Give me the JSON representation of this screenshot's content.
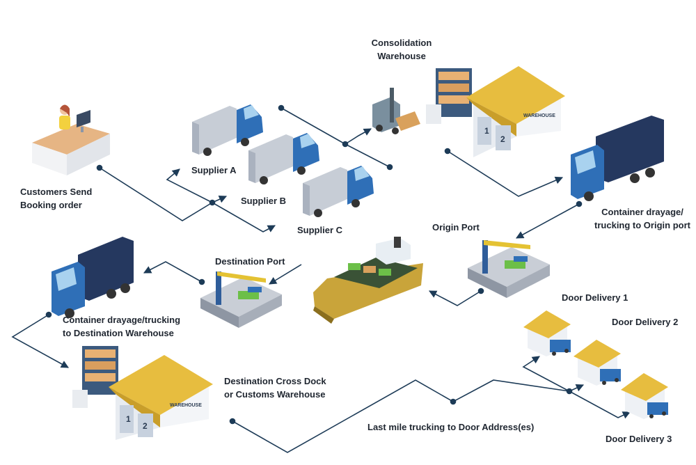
{
  "labels": {
    "customers": "Customers Send\nBooking order",
    "supplier_a": "Supplier A",
    "supplier_b": "Supplier B",
    "supplier_c": "Supplier C",
    "consolidation": "Consolidation\nWarehouse",
    "drayage_origin": "Container drayage/\ntrucking to Origin port",
    "origin_port": "Origin Port",
    "destination_port": "Destination Port",
    "drayage_destination": "Container drayage/trucking\nto Destination Warehouse",
    "cross_dock": "Destination Cross Dock\nor Customs Warehouse",
    "last_mile": "Last mile trucking to Door Address(es)",
    "door1": "Door Delivery 1",
    "door2": "Door Delivery 2",
    "door3": "Door Delivery 3",
    "warehouse_sign": "WAREHOUSE",
    "door_numbers": [
      "1",
      "2"
    ]
  },
  "colors": {
    "line": "#1d3b57",
    "truck_blue": "#2f6fb7",
    "container_navy": "#25385f",
    "roof_yellow": "#e7bd3f",
    "hull_gold": "#c9a43a"
  }
}
